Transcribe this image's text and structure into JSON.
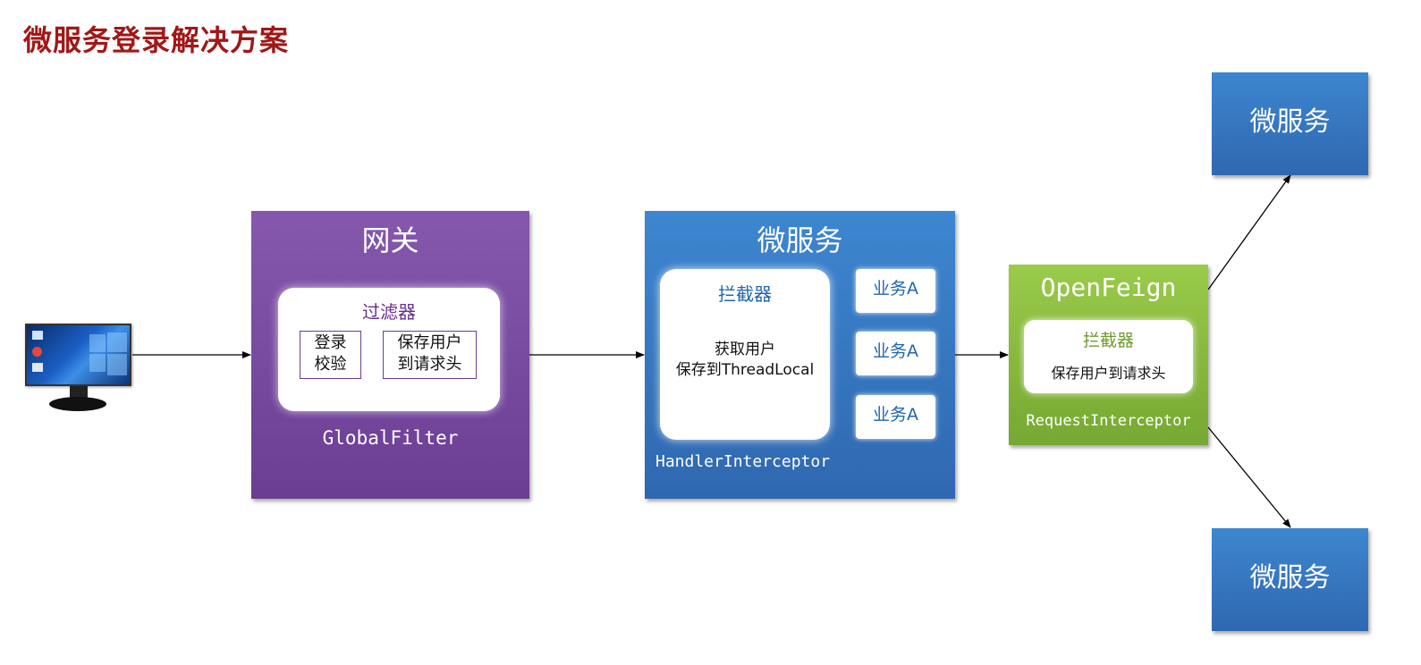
{
  "page": {
    "title": "微服务登录解决方案"
  },
  "client": {
    "icon": "desktop-monitor-icon"
  },
  "gateway": {
    "title": "网关",
    "filter": {
      "title": "过滤器",
      "items": [
        "登录\n校验",
        "保存用户\n到请求头"
      ]
    },
    "footer": "GlobalFilter"
  },
  "microservice": {
    "title": "微服务",
    "interceptor": {
      "title": "拦截器",
      "lines": [
        "获取用户",
        "保存到ThreadLocal"
      ]
    },
    "business": [
      "业务A",
      "业务A",
      "业务A"
    ],
    "footer": "HandlerInterceptor"
  },
  "openfeign": {
    "title": "OpenFeign",
    "interceptor": {
      "title": "拦截器",
      "text": "保存用户到请求头"
    },
    "footer": "RequestInterceptor"
  },
  "downstream": [
    {
      "label": "微服务"
    },
    {
      "label": "微服务"
    }
  ],
  "colors": {
    "title": "#a01818",
    "gateway": "#7a4ca3",
    "microservice": "#3574bf",
    "openfeign": "#88bb3f"
  }
}
